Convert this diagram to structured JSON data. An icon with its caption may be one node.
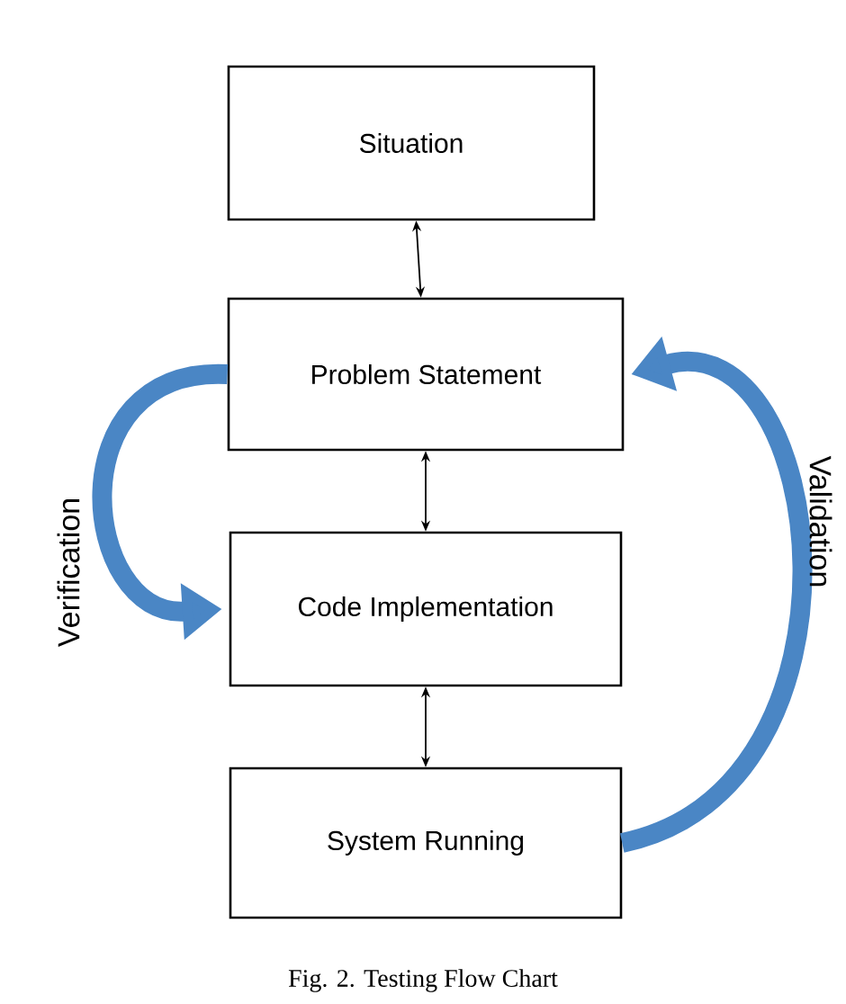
{
  "diagram": {
    "caption": "Fig. 2.   Testing Flow Chart",
    "nodes": [
      {
        "text": [
          "Situation"
        ]
      },
      {
        "text": [
          "Problem Statement"
        ]
      },
      {
        "text": [
          "Code Implementation"
        ]
      },
      {
        "text": [
          "System Running"
        ]
      }
    ],
    "edges": [
      {
        "from": 0,
        "to": 1,
        "arrow": "both"
      },
      {
        "from": 1,
        "to": 2,
        "arrow": "both"
      },
      {
        "from": 2,
        "to": 3,
        "arrow": "both"
      },
      {
        "from": 1,
        "to": 2,
        "arrow": "to",
        "label": "Verification",
        "style": "thick",
        "color": "#4a86c5"
      },
      {
        "from": 3,
        "to": 1,
        "arrow": "to",
        "label": "Validation",
        "style": "thick",
        "color": "#4a86c5"
      }
    ]
  }
}
